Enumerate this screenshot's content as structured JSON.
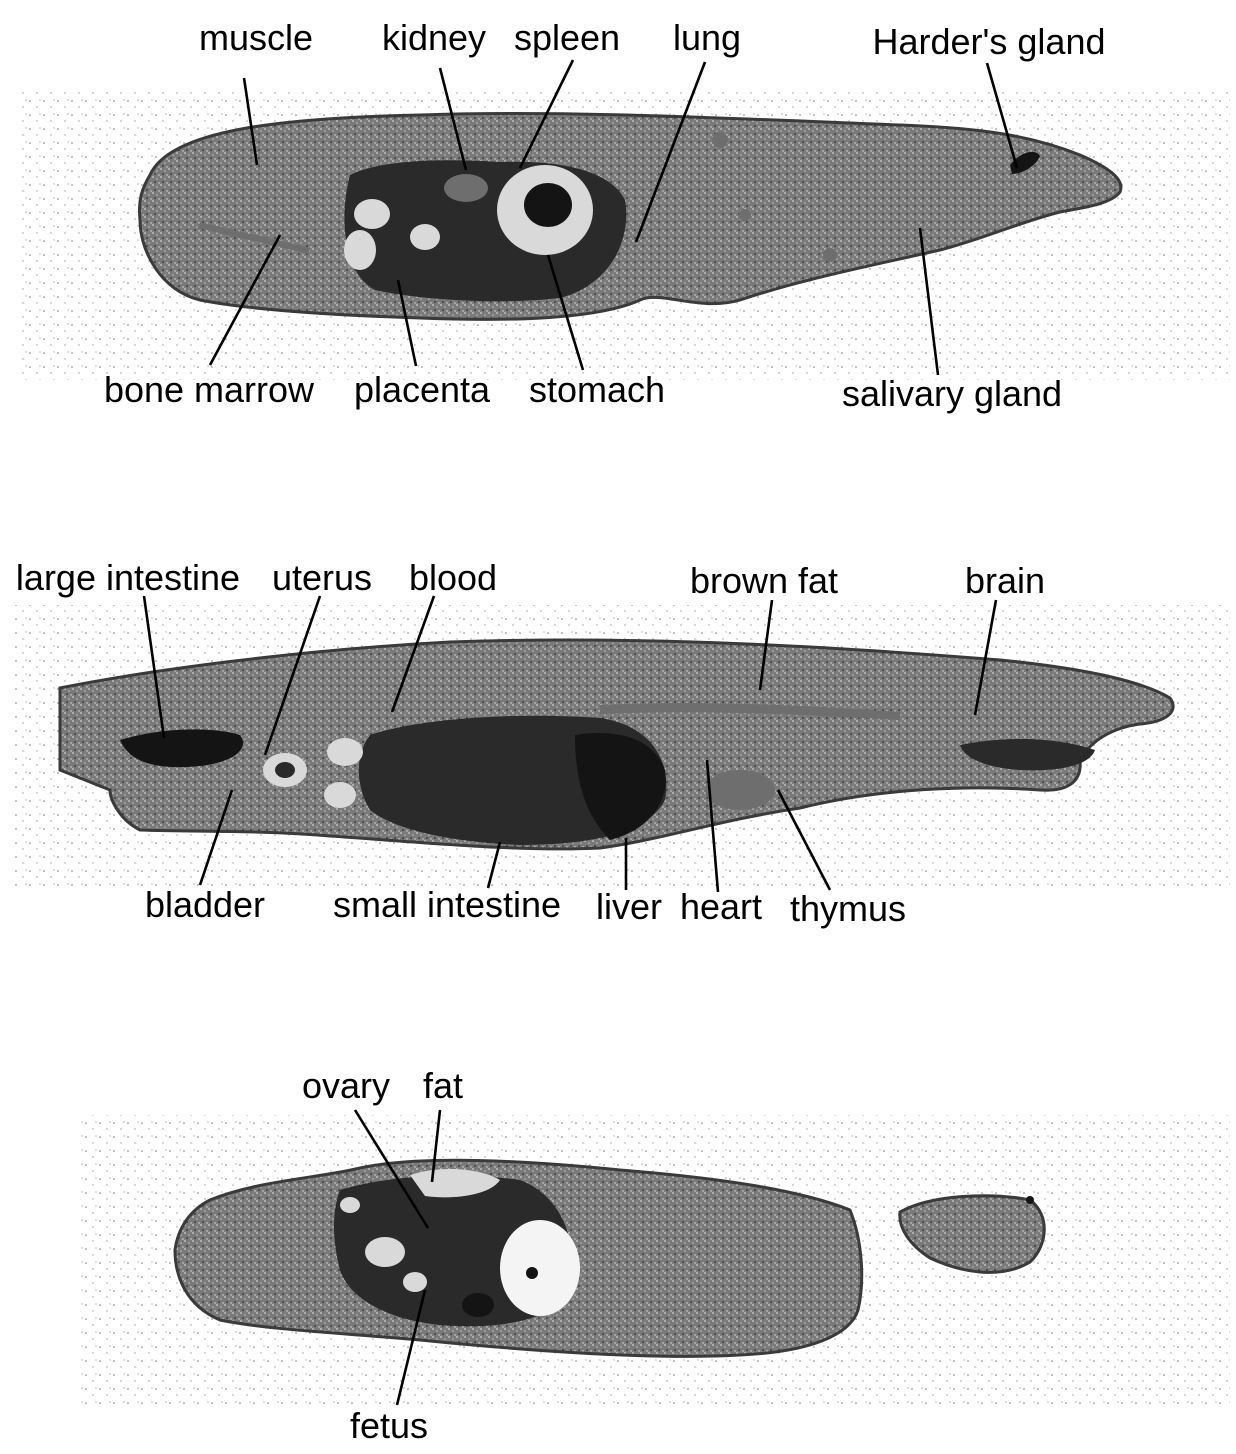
{
  "panels": [
    {
      "id": "section-1",
      "labels": {
        "muscle": "muscle",
        "kidney": "kidney",
        "spleen": "spleen",
        "lung": "lung",
        "harders_gland": "Harder's gland",
        "bone_marrow": "bone marrow",
        "placenta": "placenta",
        "stomach": "stomach",
        "salivary_gland": "salivary gland"
      }
    },
    {
      "id": "section-2",
      "labels": {
        "large_intestine": "large intestine",
        "uterus": "uterus",
        "blood": "blood",
        "brown_fat": "brown fat",
        "brain": "brain",
        "bladder": "bladder",
        "small_intestine": "small intestine",
        "liver": "liver",
        "heart": "heart",
        "thymus": "thymus"
      }
    },
    {
      "id": "section-3",
      "labels": {
        "ovary": "ovary",
        "fat": "fat",
        "fetus": "fetus"
      }
    }
  ],
  "colors": {
    "tissue_dark": "#2a2a2a",
    "tissue_mid": "#6e6e6e",
    "background": "#ffffff",
    "label": "#000000"
  }
}
